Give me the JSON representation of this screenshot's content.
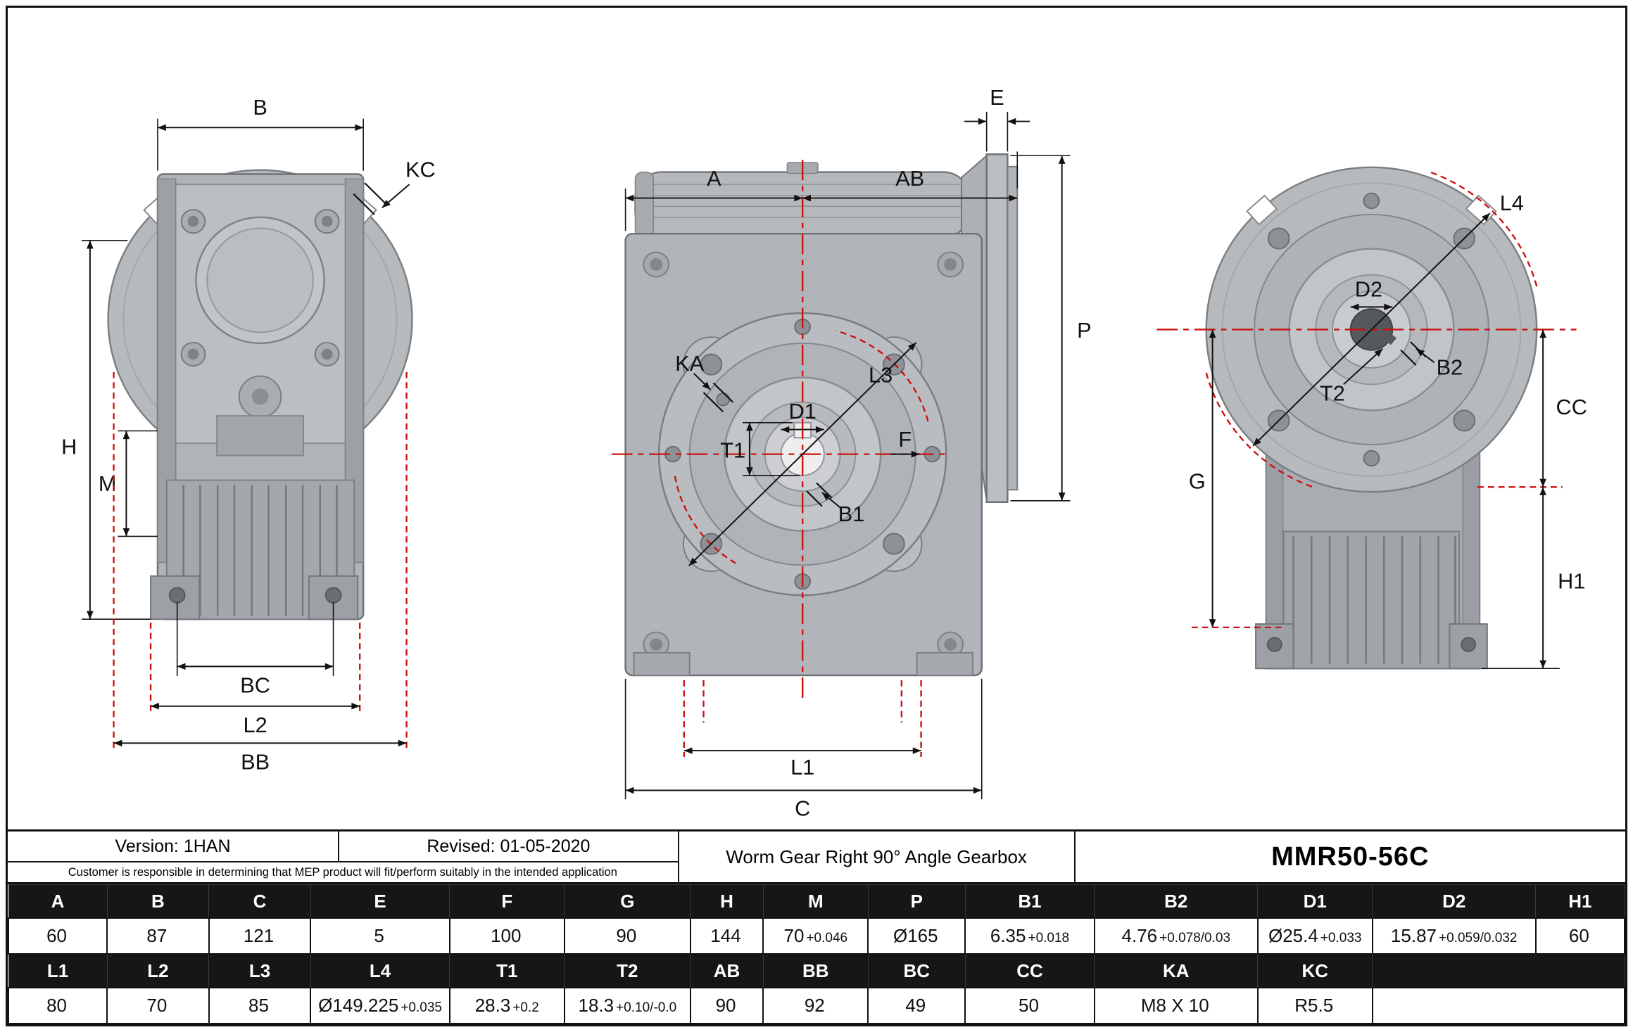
{
  "labels": {
    "b": "B",
    "kc": "KC",
    "h": "H",
    "m": "M",
    "bc": "BC",
    "l2": "L2",
    "bb": "BB",
    "a": "A",
    "ab": "AB",
    "e": "E",
    "p": "P",
    "ka": "KA",
    "l3": "L3",
    "d1": "D1",
    "t1": "T1",
    "f": "F",
    "b1": "B1",
    "l1": "L1",
    "c": "C",
    "l4": "L4",
    "d2": "D2",
    "b2": "B2",
    "t2": "T2",
    "g": "G",
    "cc": "CC",
    "h1": "H1"
  },
  "title_block": {
    "version": "Version: 1HAN",
    "revised": "Revised: 01-05-2020",
    "disclaimer": "Customer is responsible in determining that MEP product will fit/perform suitably in the intended application",
    "product": "Worm Gear Right 90° Angle Gearbox",
    "model": "MMR50-56C"
  },
  "dim_table": {
    "row1_headers": [
      "A",
      "B",
      "C",
      "E",
      "F",
      "G",
      "H",
      "M",
      "P",
      "B1",
      "B2",
      "D1",
      "D2",
      "H1"
    ],
    "row1_main": [
      "60",
      "87",
      "121",
      "5",
      "100",
      "90",
      "144",
      "70",
      "Ø165",
      "6.35",
      "4.76",
      "Ø25.4",
      "15.87",
      "60"
    ],
    "row1_tol": [
      "",
      "",
      "",
      "",
      "",
      "",
      "",
      "+0.046",
      "",
      "+0.018",
      "+0.078/0.03",
      "+0.033",
      "+0.059/0.032",
      ""
    ],
    "row2_headers": [
      "L1",
      "L2",
      "L3",
      "L4",
      "T1",
      "T2",
      "AB",
      "BB",
      "BC",
      "CC",
      "KA",
      "KC"
    ],
    "row2_main": [
      "80",
      "70",
      "85",
      "Ø149.225",
      "28.3",
      "18.3",
      "90",
      "92",
      "49",
      "50",
      "M8 X 10",
      "R5.5"
    ],
    "row2_tol": [
      "",
      "",
      "",
      "+0.035",
      "+0.2",
      "+0.10/-0.0",
      "",
      "",
      "",
      "",
      "",
      ""
    ]
  }
}
